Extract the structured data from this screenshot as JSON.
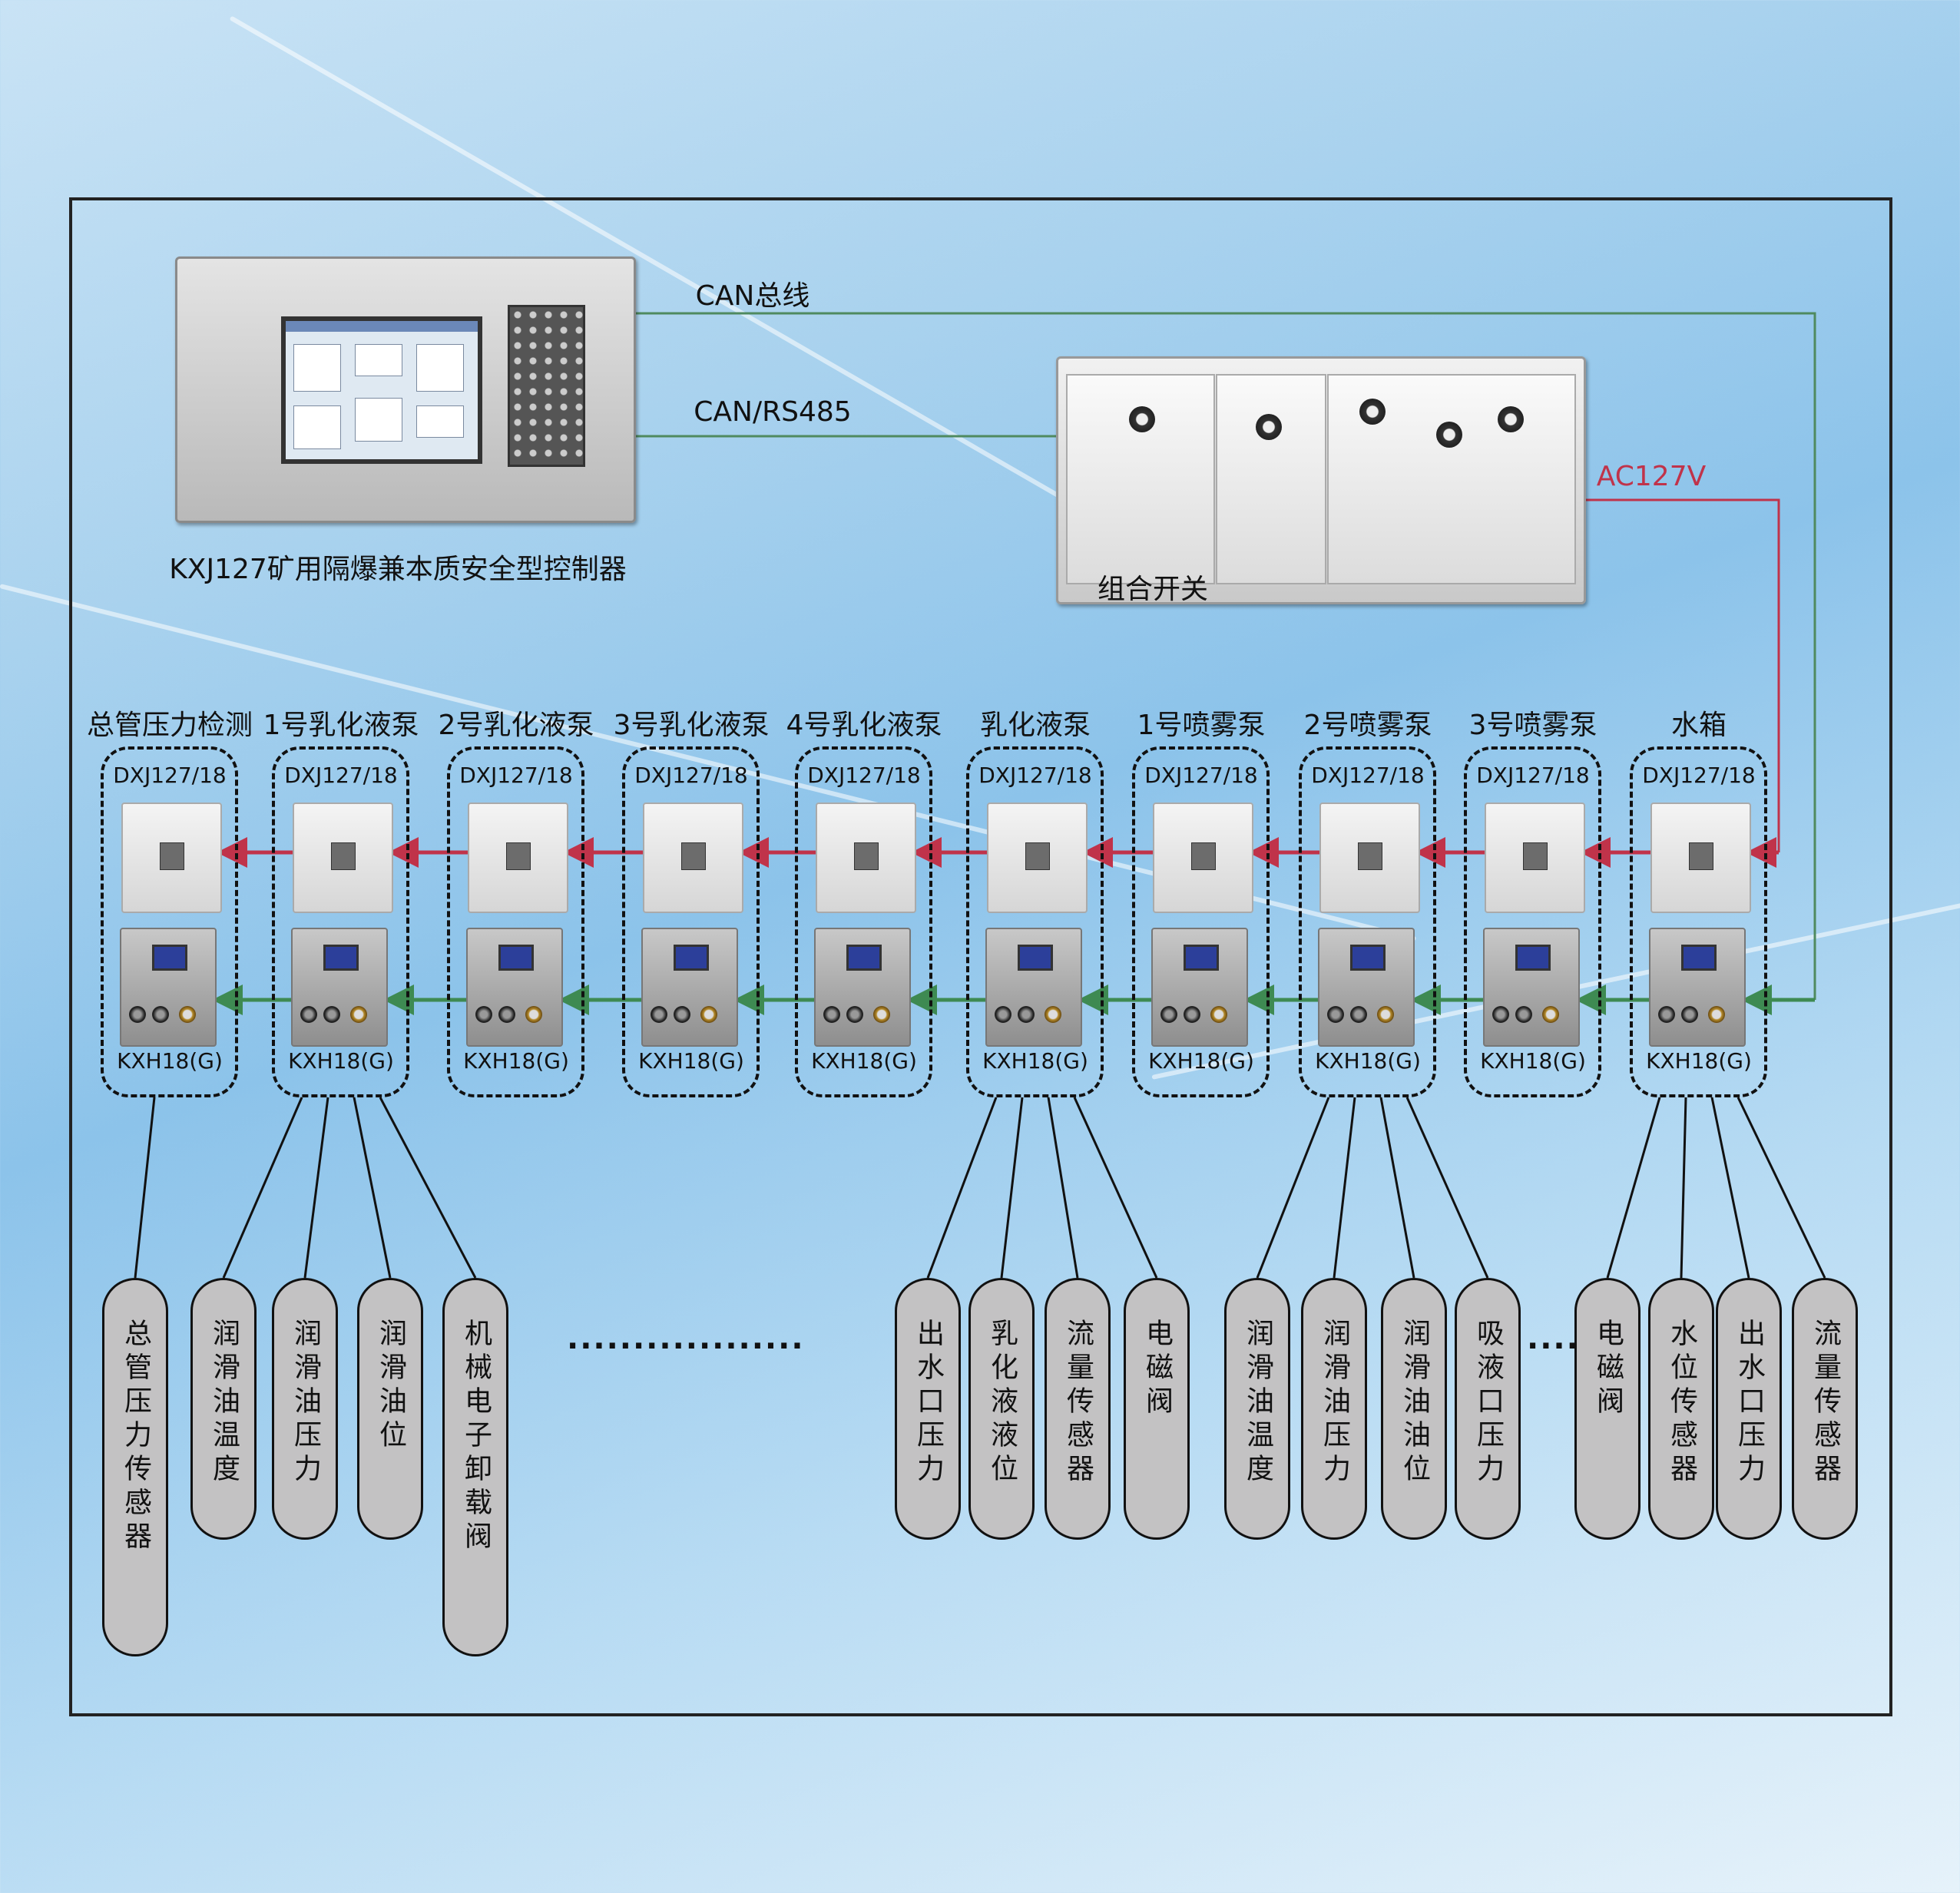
{
  "controller": {
    "label": "KXJ127矿用隔爆兼本质安全型控制器"
  },
  "switch": {
    "label": "组合开关"
  },
  "buses": {
    "can": "CAN总线",
    "can_rs485": "CAN/RS485",
    "ac": "AC127V"
  },
  "colors": {
    "power": "#c0334a",
    "signal": "#3e8a52",
    "can": "#4f8a5f"
  },
  "units": [
    {
      "title": "总管压力检测",
      "top": "DXJ127/18",
      "bottom": "KXH18(G)"
    },
    {
      "title": "1号乳化液泵",
      "top": "DXJ127/18",
      "bottom": "KXH18(G)"
    },
    {
      "title": "2号乳化液泵",
      "top": "DXJ127/18",
      "bottom": "KXH18(G)"
    },
    {
      "title": "3号乳化液泵",
      "top": "DXJ127/18",
      "bottom": "KXH18(G)"
    },
    {
      "title": "4号乳化液泵",
      "top": "DXJ127/18",
      "bottom": "KXH18(G)"
    },
    {
      "title": "乳化液泵",
      "top": "DXJ127/18",
      "bottom": "KXH18(G)"
    },
    {
      "title": "1号喷雾泵",
      "top": "DXJ127/18",
      "bottom": "KXH18(G)"
    },
    {
      "title": "2号喷雾泵",
      "top": "DXJ127/18",
      "bottom": "KXH18(G)"
    },
    {
      "title": "3号喷雾泵",
      "top": "DXJ127/18",
      "bottom": "KXH18(G)"
    },
    {
      "title": "水箱",
      "top": "DXJ127/18",
      "bottom": "KXH18(G)"
    }
  ],
  "sensors": [
    {
      "label": "总管压力传感器",
      "unit": 0
    },
    {
      "label": "润滑油温度",
      "unit": 1
    },
    {
      "label": "润滑油压力",
      "unit": 1
    },
    {
      "label": "润滑油位",
      "unit": 1
    },
    {
      "label": "机械电子卸载阀",
      "unit": 1
    },
    {
      "label": "出水口压力",
      "unit": 5
    },
    {
      "label": "乳化液液位",
      "unit": 5
    },
    {
      "label": "流量传感器",
      "unit": 5
    },
    {
      "label": "电磁阀",
      "unit": 5
    },
    {
      "label": "润滑油温度",
      "unit": 7
    },
    {
      "label": "润滑油压力",
      "unit": 7
    },
    {
      "label": "润滑油油位",
      "unit": 7
    },
    {
      "label": "吸液口压力",
      "unit": 7
    },
    {
      "label": "电磁阀",
      "unit": 9
    },
    {
      "label": "水位传感器",
      "unit": 9
    },
    {
      "label": "出水口压力",
      "unit": 9
    },
    {
      "label": "流量传感器",
      "unit": 9
    }
  ],
  "ellipsis": {
    "long": "··················",
    "short": "····"
  }
}
